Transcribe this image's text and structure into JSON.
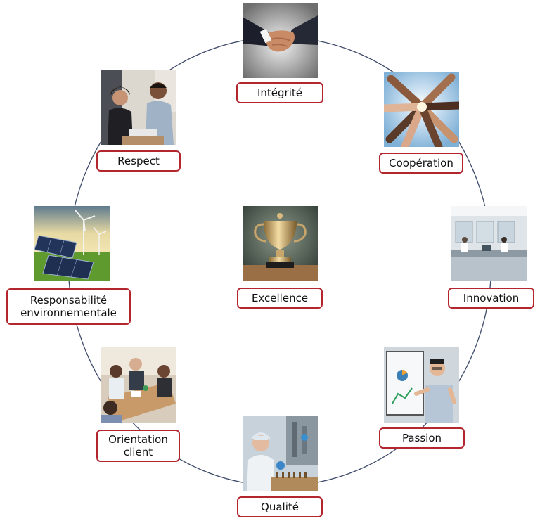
{
  "accent_color": "#b3262e",
  "ring_color": "#3f4b6b",
  "values": [
    {
      "id": "integrite",
      "label": "Intégrité",
      "photo": "handshake"
    },
    {
      "id": "cooperation",
      "label": "Coopération",
      "photo": "hands-together"
    },
    {
      "id": "innovation",
      "label": "Innovation",
      "photo": "laboratory"
    },
    {
      "id": "passion",
      "label": "Passion",
      "photo": "presenter-at-whiteboard"
    },
    {
      "id": "qualite",
      "label": "Qualité",
      "photo": "quality-technician"
    },
    {
      "id": "orientation",
      "label": "Orientation\nclient",
      "photo": "team-meeting"
    },
    {
      "id": "responsabilite",
      "label": "Responsabilité\nenvironnementale",
      "photo": "solar-panels-wind-turbines"
    },
    {
      "id": "respect",
      "label": "Respect",
      "photo": "colleagues-talking"
    },
    {
      "id": "excellence",
      "label": "Excellence",
      "photo": "trophy"
    }
  ]
}
